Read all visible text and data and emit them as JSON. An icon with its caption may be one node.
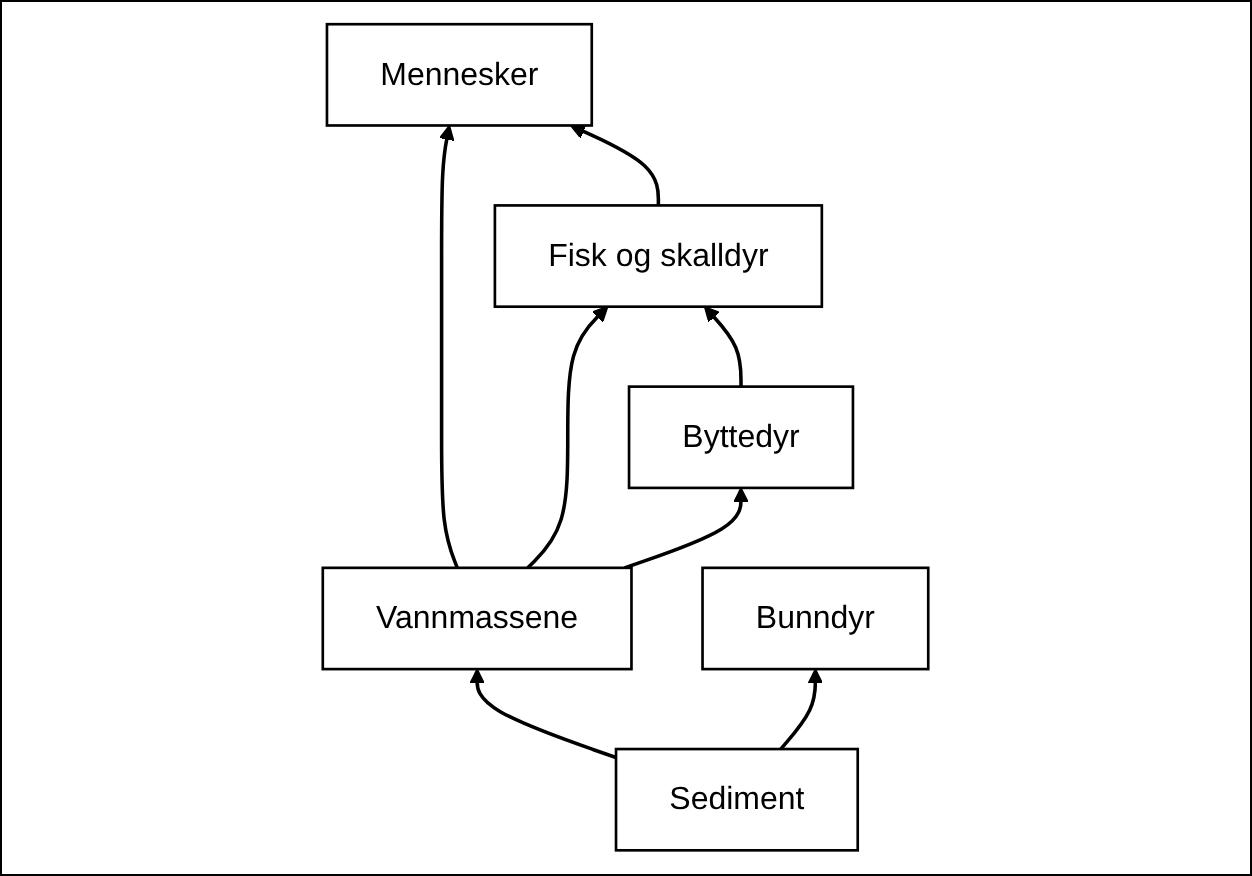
{
  "diagram": {
    "nodes": [
      {
        "text": [
          "Mennesker"
        ]
      },
      {
        "text": [
          "Fisk og skalldyr"
        ]
      },
      {
        "text": [
          "Vannmassene"
        ]
      },
      {
        "text": [
          "Byttedyr"
        ]
      },
      {
        "text": [
          "Bunndyr"
        ]
      },
      {
        "text": [
          "Sediment"
        ]
      }
    ],
    "edges": [
      {
        "from": 5,
        "to": 2,
        "arrow": "to"
      },
      {
        "from": 5,
        "to": 4,
        "arrow": "to"
      },
      {
        "from": 2,
        "to": 3,
        "arrow": "to"
      },
      {
        "from": 2,
        "to": 1,
        "arrow": "to"
      },
      {
        "from": 2,
        "to": 0,
        "arrow": "to"
      },
      {
        "from": 3,
        "to": 1,
        "arrow": "to"
      },
      {
        "from": 1,
        "to": 0,
        "arrow": "to"
      }
    ]
  }
}
